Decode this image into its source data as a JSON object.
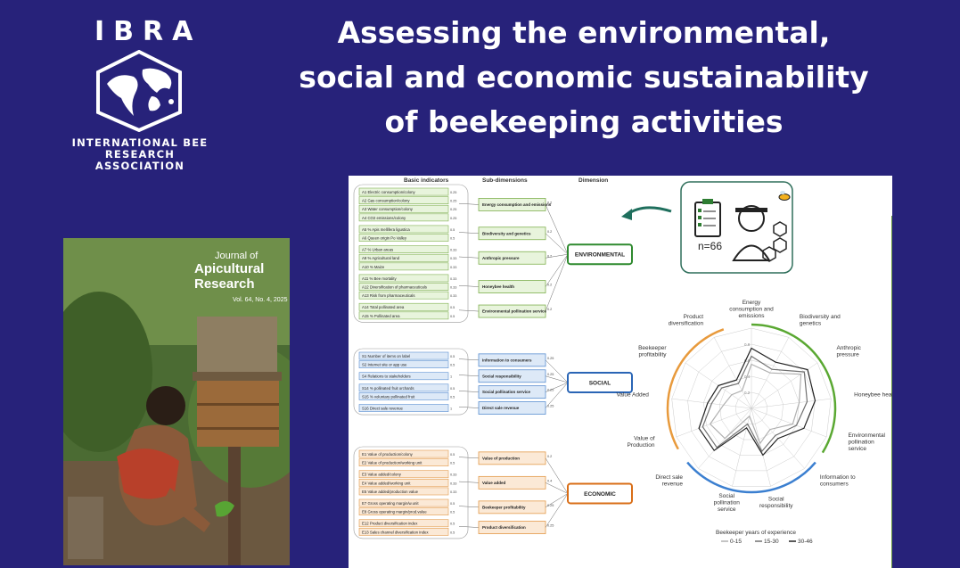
{
  "logo": {
    "name": "IBRA",
    "full_name_line1": "INTERNATIONAL BEE",
    "full_name_line2": "RESEARCH ASSOCIATION"
  },
  "title": {
    "line1": "Assessing the environmental,",
    "line2": "social and economic sustainability",
    "line3": "of beekeeping activities"
  },
  "journal": {
    "prefix": "Journal of",
    "name_line1": "Apicultural",
    "name_line2": "Research",
    "volume": "Vol. 64, No. 4, 2025"
  },
  "figure": {
    "headers": {
      "indicators": "Basic indicators",
      "subdim": "Sub-dimensions",
      "dimension": "Dimension"
    },
    "sample": "n=66",
    "dimensions": [
      {
        "name": "ENVIRONMENTAL",
        "subdims": [
          {
            "label": "Energy consumption and emissions",
            "weight": "0.2",
            "indicators": [
              {
                "code": "A1",
                "text": "Electric consumption/colony",
                "w": "0.25"
              },
              {
                "code": "A2",
                "text": "Gas consumption/colony",
                "w": "0.25"
              },
              {
                "code": "A3",
                "text": "Water consumption/colony",
                "w": "0.25"
              },
              {
                "code": "A4",
                "text": "CO2 emissions/colony",
                "w": "0.25"
              }
            ]
          },
          {
            "label": "Biodiversity and genetics",
            "weight": "0.2",
            "indicators": [
              {
                "code": "A5",
                "text": "% Apis mellifera ligustica",
                "w": "0.5"
              },
              {
                "code": "A6",
                "text": "Queen origin Po Valley",
                "w": "0.5"
              }
            ]
          },
          {
            "label": "Anthropic pressure",
            "weight": "0.2",
            "indicators": [
              {
                "code": "A7",
                "text": "% Urban areas",
                "w": "0.33"
              },
              {
                "code": "A9",
                "text": "% Agricultural land",
                "w": "0.33"
              },
              {
                "code": "A10",
                "text": "% Maize",
                "w": "0.33"
              }
            ]
          },
          {
            "label": "Honeybee health",
            "weight": "0.2",
            "indicators": [
              {
                "code": "A11",
                "text": "% Bee mortality",
                "w": "0.33"
              },
              {
                "code": "A12",
                "text": "Diversification of pharmaceuticals",
                "w": "0.33"
              },
              {
                "code": "A13",
                "text": "Risk from pharmaceuticals",
                "w": "0.33"
              }
            ]
          },
          {
            "label": "Environmental pollination service",
            "weight": "0.2",
            "indicators": [
              {
                "code": "A14",
                "text": "Total pollinated area",
                "w": "0.5"
              },
              {
                "code": "A15",
                "text": "% Pollinated area",
                "w": "0.5"
              }
            ]
          }
        ]
      },
      {
        "name": "SOCIAL",
        "subdims": [
          {
            "label": "Information to consumers",
            "weight": "0.25",
            "indicators": [
              {
                "code": "S1",
                "text": "Number of items on label",
                "w": "0.5"
              },
              {
                "code": "S2",
                "text": "Internet site or app use",
                "w": "0.5"
              }
            ]
          },
          {
            "label": "Social responsibility",
            "weight": "0.25",
            "indicators": [
              {
                "code": "S4",
                "text": "Relations to stakeholders",
                "w": "1"
              }
            ]
          },
          {
            "label": "Social pollination service",
            "weight": "0.25",
            "indicators": [
              {
                "code": "S14",
                "text": "% pollinated fruit orchards",
                "w": "0.5"
              },
              {
                "code": "S15",
                "text": "% voluntary pollinated fruit",
                "w": "0.5"
              }
            ]
          },
          {
            "label": "Direct sale revenue",
            "weight": "0.25",
            "indicators": [
              {
                "code": "S16",
                "text": "Direct sale revenue",
                "w": "1"
              }
            ]
          }
        ]
      },
      {
        "name": "ECONOMIC",
        "subdims": [
          {
            "label": "Value of production",
            "weight": "0.2",
            "indicators": [
              {
                "code": "E1",
                "text": "Value of production/colony",
                "w": "0.5"
              },
              {
                "code": "E2",
                "text": "Value of production/working unit",
                "w": "0.5"
              }
            ]
          },
          {
            "label": "Value added",
            "weight": "0.4",
            "indicators": [
              {
                "code": "E3",
                "text": "Value added/colony",
                "w": "0.33"
              },
              {
                "code": "E4",
                "text": "Value added/working unit",
                "w": "0.33"
              },
              {
                "code": "E5",
                "text": "Value added/production value",
                "w": "0.33"
              }
            ]
          },
          {
            "label": "Beekeeper profitability",
            "weight": "0.25",
            "indicators": [
              {
                "code": "E7",
                "text": "Gross operating margin/w.unit",
                "w": "0.5"
              },
              {
                "code": "E8",
                "text": "Gross operating margin/prod.value",
                "w": "0.5"
              }
            ]
          },
          {
            "label": "Product diversification",
            "weight": "0.25",
            "indicators": [
              {
                "code": "E12",
                "text": "Product diversification index",
                "w": "0.5"
              },
              {
                "code": "E13",
                "text": "Sales channel diversification index",
                "w": "0.5"
              }
            ]
          }
        ]
      }
    ]
  },
  "chart_data": {
    "type": "radar",
    "categories": [
      "Energy consumption and emissions",
      "Biodiversity and genetics",
      "Anthropic pressure",
      "Honeybee health",
      "Environmental pollination service",
      "Information to consumers",
      "Social responsibility",
      "Social pollination service",
      "Direct sale revenue",
      "Value of Production",
      "Value Added",
      "Beekeeper profitability",
      "Product diversification"
    ],
    "rlim": [
      0,
      1
    ],
    "ticks": [
      "0.8",
      "0.6",
      "0.4",
      "0.2"
    ],
    "legend_title": "Beekeeper years of experience",
    "series": [
      {
        "name": "0-15",
        "values": [
          0.55,
          0.5,
          0.75,
          0.6,
          0.55,
          0.35,
          0.45,
          0.1,
          0.5,
          0.55,
          0.35,
          0.3,
          0.25
        ]
      },
      {
        "name": "15-30",
        "values": [
          0.65,
          0.55,
          0.8,
          0.7,
          0.6,
          0.45,
          0.55,
          0.2,
          0.65,
          0.65,
          0.5,
          0.45,
          0.35
        ]
      },
      {
        "name": "30-46",
        "values": [
          0.75,
          0.65,
          0.85,
          0.8,
          0.7,
          0.5,
          0.6,
          0.25,
          0.7,
          0.7,
          0.55,
          0.5,
          0.4
        ]
      }
    ],
    "arc_colors": {
      "environmental": "#5aa832",
      "social": "#3b7fd0",
      "economic": "#e89a3c"
    },
    "series_colors": [
      "#b0b0b0",
      "#707070",
      "#222222"
    ]
  }
}
